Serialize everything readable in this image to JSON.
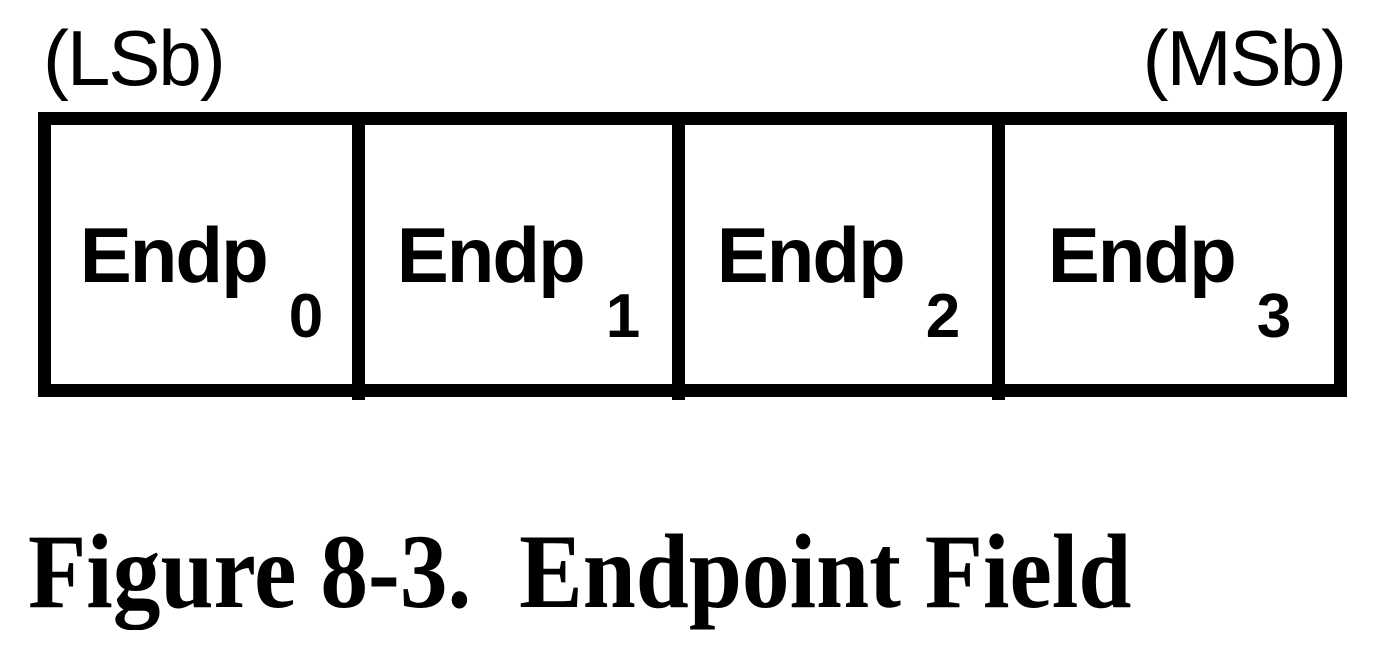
{
  "figure": {
    "lsb_label": "(LSb)",
    "msb_label": "(MSb)",
    "cells": [
      {
        "label": "Endp",
        "subscript": "0"
      },
      {
        "label": "Endp",
        "subscript": "1"
      },
      {
        "label": "Endp",
        "subscript": "2"
      },
      {
        "label": "Endp",
        "subscript": "3"
      }
    ],
    "caption": "Figure 8-3.  Endpoint Field",
    "colors": {
      "foreground": "#000000",
      "background": "#ffffff"
    }
  }
}
